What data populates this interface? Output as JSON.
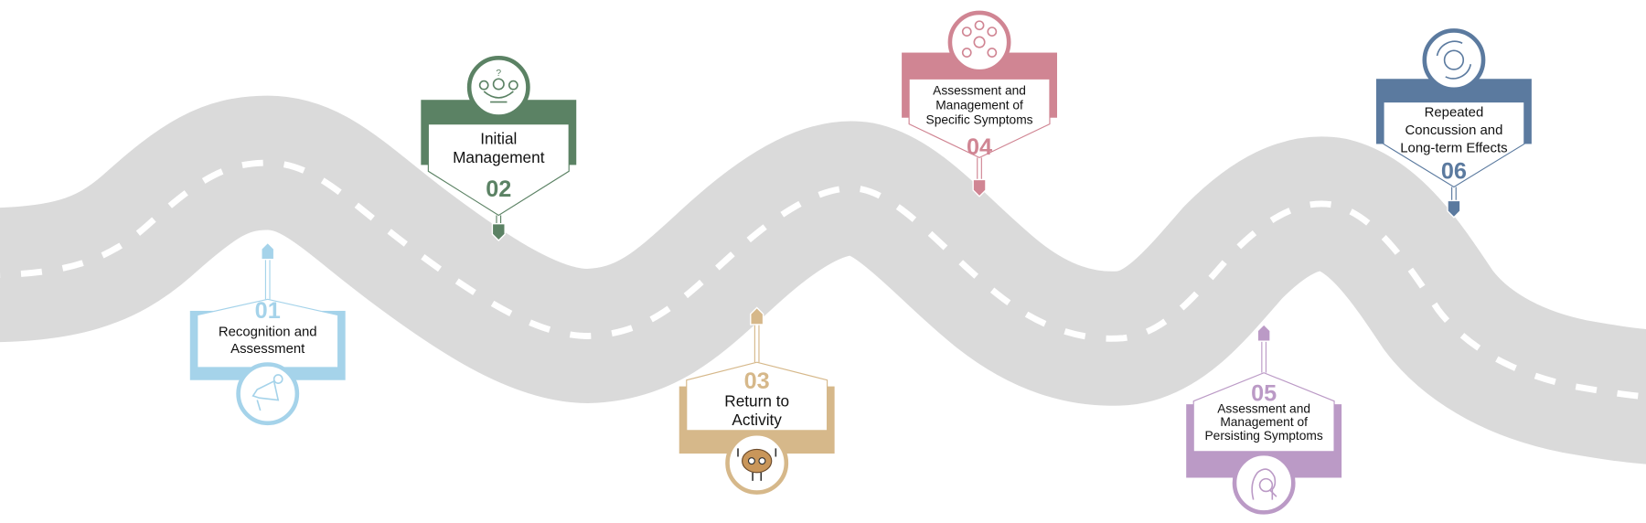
{
  "road": {
    "color": "#dadada",
    "dash_color": "#ffffff"
  },
  "steps": [
    {
      "number": "01",
      "lines": [
        "Recognition and",
        "Assessment"
      ],
      "color": "#a5d3ea",
      "icon": "megaphone-icon"
    },
    {
      "number": "02",
      "lines": [
        "Initial",
        "Management"
      ],
      "color": "#5b8264",
      "icon": "person-options-icon"
    },
    {
      "number": "03",
      "lines": [
        "Return to",
        "Activity"
      ],
      "color": "#d6b88a",
      "icon": "brain-lifting-icon"
    },
    {
      "number": "04",
      "lines": [
        "Assessment and",
        "Management of",
        "Specific Symptoms"
      ],
      "color": "#d08593",
      "icon": "symptoms-gear-icon"
    },
    {
      "number": "05",
      "lines": [
        "Assessment and",
        "Management of",
        "Persisting Symptoms"
      ],
      "color": "#bb9ac6",
      "icon": "head-magnifier-icon"
    },
    {
      "number": "06",
      "lines": [
        "Repeated",
        "Concussion and",
        "Long-term Effects"
      ],
      "color": "#5b7a9f",
      "icon": "brain-cycle-icon"
    }
  ]
}
